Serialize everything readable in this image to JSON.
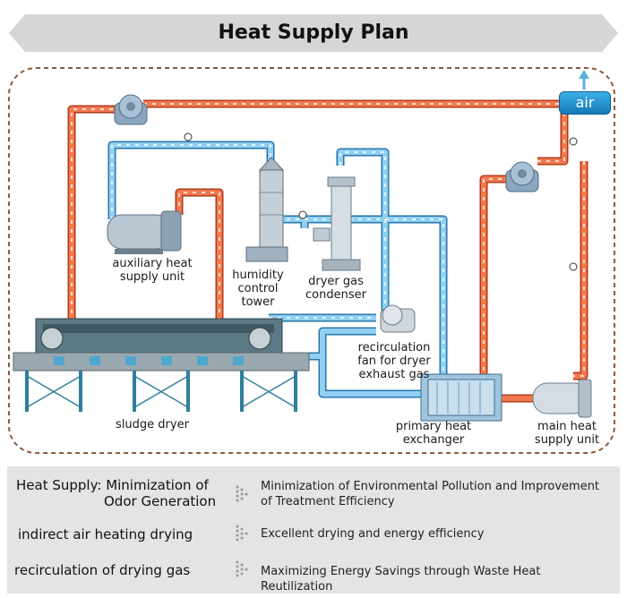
{
  "title": "Heat Supply Plan",
  "components": {
    "air": "air",
    "auxiliary_heat_supply_unit": [
      "auxiliary heat",
      "supply unit"
    ],
    "humidity_control_tower": [
      "humidity",
      "control",
      "tower"
    ],
    "dryer_gas_condenser": [
      "dryer gas",
      "condenser"
    ],
    "recirculation_fan": [
      "recirculation",
      "fan for dryer",
      "exhaust gas"
    ],
    "sludge_dryer": "sludge dryer",
    "primary_heat_exchanger": [
      "primary heat",
      "exchanger"
    ],
    "main_heat_supply_unit": [
      "main heat",
      "supply unit"
    ]
  },
  "summary": [
    {
      "left": [
        "Heat Supply: Minimization of",
        "Odor Generation"
      ],
      "right": [
        "Minimization of Environmental Pollution and Improvement",
        "of Treatment Efficiency"
      ]
    },
    {
      "left": [
        "indirect air heating drying"
      ],
      "right": [
        "Excellent drying and energy efficiency"
      ]
    },
    {
      "left": [
        "recirculation of drying gas"
      ],
      "right": [
        "Maximizing Energy Savings through Waste Heat Reutilization"
      ]
    }
  ],
  "colors": {
    "hot_line": "#e8572e",
    "cool_line": "#5aaee0",
    "frame_dash": "#8a5a3c",
    "banner": "#d6d6d6",
    "panel": "#e4e4e4"
  }
}
